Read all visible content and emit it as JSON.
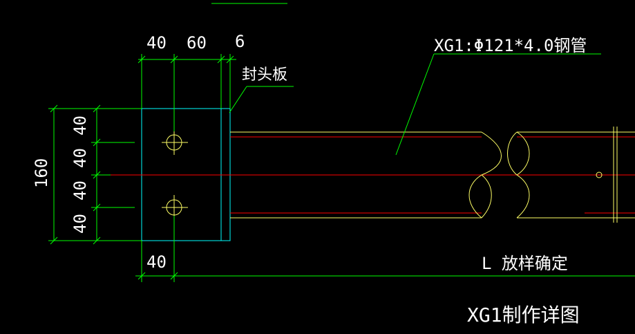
{
  "colors": {
    "background": "#000000",
    "dimension": "#00ff00",
    "plate": "#00ffff",
    "pipe": "#ffff66",
    "centerline": "#ff0000",
    "bolt": "#ffff66",
    "text": "#ffffff"
  },
  "dimensions": {
    "top_40": "40",
    "top_60": "60",
    "top_6": "6",
    "left_total": "160",
    "left_seg_1": "40",
    "left_seg_2": "40",
    "left_seg_3": "40",
    "left_seg_4": "40",
    "bottom_40": "40"
  },
  "labels": {
    "end_plate": "封头板",
    "pipe_spec": "XG1:Φ121*4.0钢管",
    "length_note": "L  放样确定",
    "title": "XG1制作详图"
  }
}
